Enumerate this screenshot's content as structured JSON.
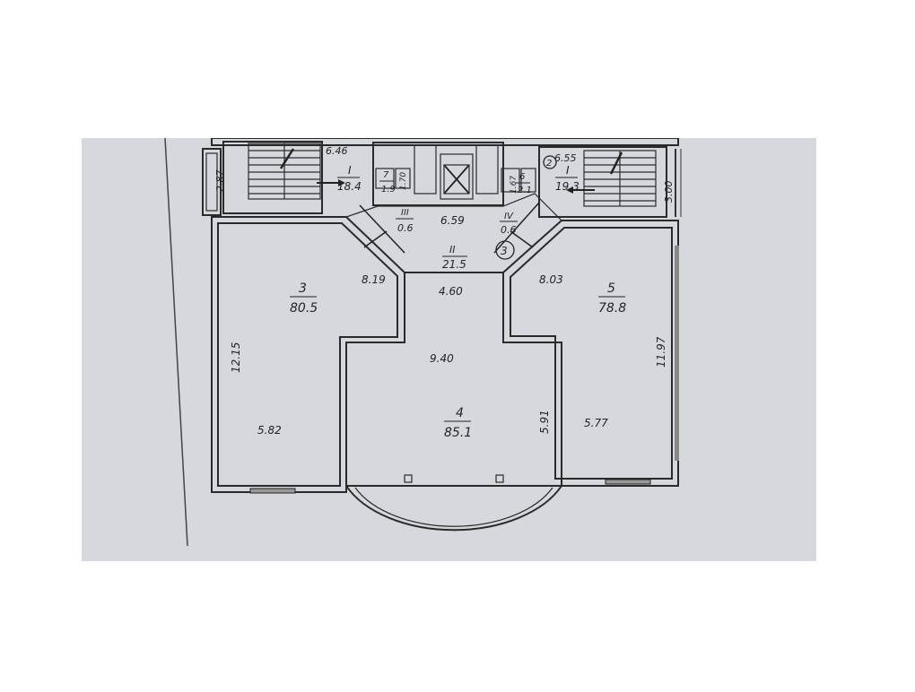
{
  "rooms": [
    {
      "number": "3",
      "area": "80.5"
    },
    {
      "number": "4",
      "area": "85.1"
    },
    {
      "number": "5",
      "area": "78.8"
    },
    {
      "number": "I",
      "area": "18.4"
    },
    {
      "number": "I",
      "area": "19.3"
    },
    {
      "number": "II",
      "area": "21.5"
    },
    {
      "number": "III",
      "area": "0.6"
    },
    {
      "number": "IV",
      "area": "0.6"
    },
    {
      "number": "7",
      "area": "1.9"
    },
    {
      "number": "6",
      "area": "2.1"
    }
  ],
  "dimensions": [
    "6.46",
    "2.87",
    "6.55",
    "3.00",
    "1.70",
    "1.67",
    "6.59",
    "8.19",
    "4.60",
    "8.03",
    "9.40",
    "12.15",
    "11.97",
    "5.82",
    "5.91",
    "5.77"
  ],
  "markers": [
    "2",
    "3"
  ],
  "colors": {
    "paper": "#d5d8dc",
    "ink": "#2a2a2a"
  }
}
